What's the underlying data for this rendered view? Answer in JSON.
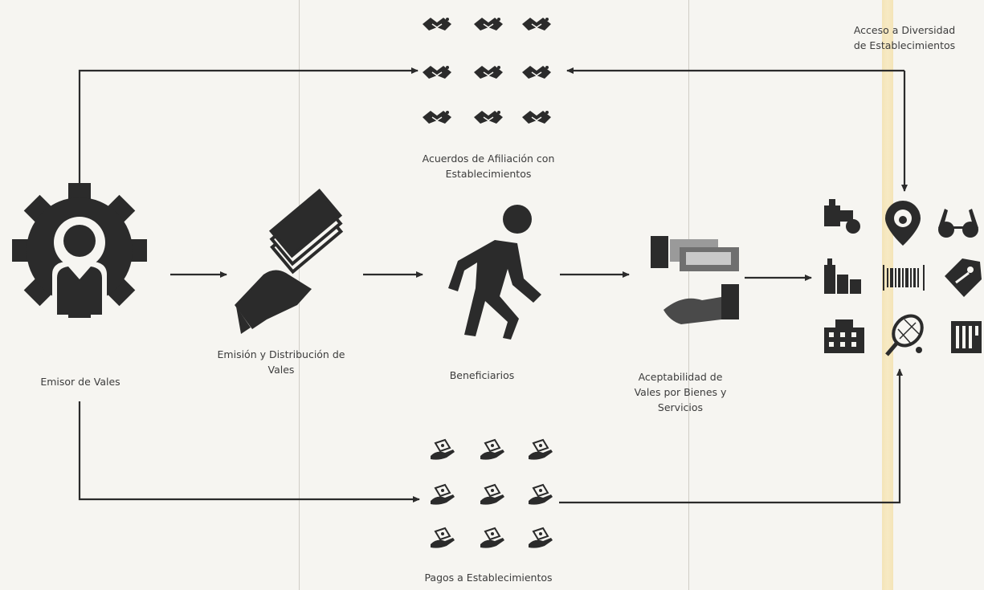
{
  "labels": {
    "emisor": "Emisor de Vales",
    "emision": "Emisión y Distribución de\nVales",
    "beneficiarios": "Beneficiarios",
    "aceptabilidad": "Aceptabilidad de\nVales por Bienes y\nServicios",
    "acuerdos": "Acuerdos de Afiliación con\nEstablecimientos",
    "pagos": "Pagos a Establecimientos",
    "acceso": "Acceso a Diversidad\nde Establecimientos"
  },
  "icons": {
    "emisor": "gear-person-icon",
    "emision": "hand-with-vouchers-icon",
    "beneficiarios": "walking-person-icon",
    "aceptabilidad": "handing-over-voucher-icon",
    "acuerdos": "handshake-icon",
    "pagos": "hand-with-money-icon",
    "establecimientos": [
      "grocery-icon",
      "location-pin-icon",
      "glasses-icon",
      "shop-products-icon",
      "barcode-icon",
      "discount-tag-icon",
      "building-icon",
      "tennis-racket-icon",
      "building-facade-icon"
    ]
  },
  "colors": {
    "ink": "#2b2b2b",
    "background": "#f6f5f1",
    "accent_strip": "#f3dfa8"
  }
}
